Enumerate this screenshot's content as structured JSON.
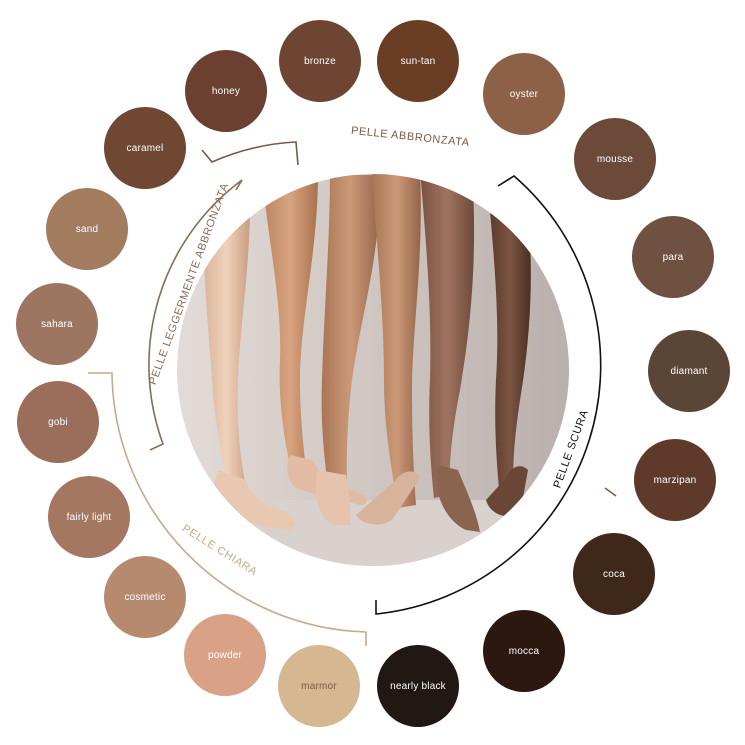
{
  "swatches": [
    {
      "label": "bronze",
      "color": "#6e4532"
    },
    {
      "label": "sun-tan",
      "color": "#6a3e24"
    },
    {
      "label": "oyster",
      "color": "#8d6147"
    },
    {
      "label": "mousse",
      "color": "#6b4a39"
    },
    {
      "label": "para",
      "color": "#6e5141"
    },
    {
      "label": "diamant",
      "color": "#5b4536"
    },
    {
      "label": "marzipan",
      "color": "#5f3a2b"
    },
    {
      "label": "coca",
      "color": "#3f2719"
    },
    {
      "label": "mocca",
      "color": "#2c1811"
    },
    {
      "label": "nearly black",
      "color": "#211713"
    },
    {
      "label": "marmor",
      "color": "#d5b891",
      "light": true
    },
    {
      "label": "powder",
      "color": "#d9a287"
    },
    {
      "label": "cosmetic",
      "color": "#b68a6f"
    },
    {
      "label": "fairly light",
      "color": "#a47760"
    },
    {
      "label": "gobi",
      "color": "#9b6e5b"
    },
    {
      "label": "sahara",
      "color": "#9d7662"
    },
    {
      "label": "sand",
      "color": "#a37c60"
    },
    {
      "label": "caramel",
      "color": "#6f4733"
    },
    {
      "label": "honey",
      "color": "#6b4030"
    }
  ],
  "groups": {
    "abbronzata": {
      "label": "PELLE ABBRONZATA",
      "color": "#7a5844"
    },
    "scura": {
      "label": "PELLE SCURA",
      "color": "#111111"
    },
    "leggermente": {
      "label": "PELLE LEGGERMENTE ABBRONZATA",
      "color": "#8a6a56"
    },
    "chiara": {
      "label": "PELLE CHIARA",
      "color": "#c9a888"
    }
  },
  "colors": {
    "photo_bg": "#c9bfbb",
    "photo_floor": "#dcd6d3"
  }
}
